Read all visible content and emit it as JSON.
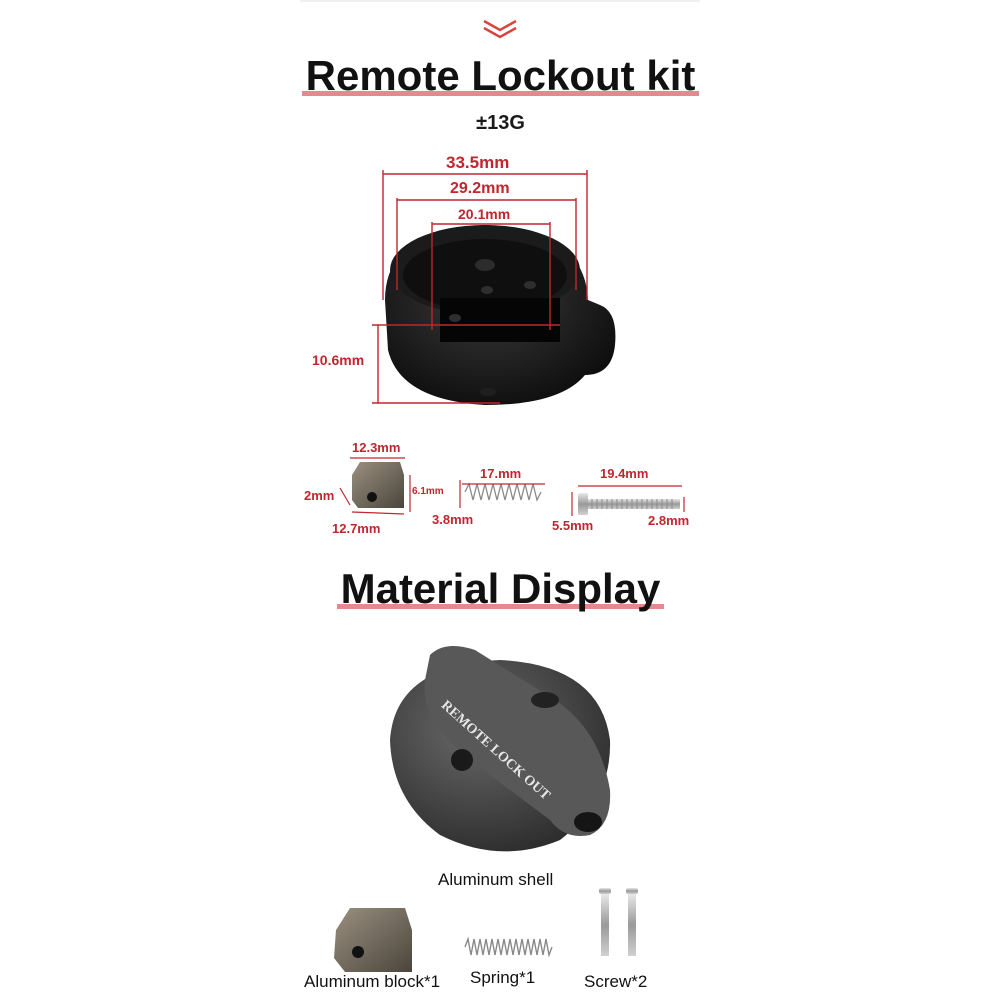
{
  "header": {
    "chevron_icon": "double-chevron-down-icon"
  },
  "spec_section": {
    "title": "Remote Lockout kit",
    "weight": "±13G",
    "shell_dims": {
      "outer": "33.5mm",
      "middle": "29.2mm",
      "inner": "20.1mm",
      "height": "10.6mm"
    },
    "block_dims": {
      "length": "12.3mm",
      "width": "12.7mm",
      "height": "6.1mm",
      "hole": "2mm"
    },
    "spring_dims": {
      "length": "17.mm",
      "diameter": "3.8mm"
    },
    "screw_dims": {
      "length": "19.4mm",
      "head": "5.5mm",
      "thread": "2.8mm"
    }
  },
  "material_section": {
    "title": "Material Display",
    "engraving": "REMOTE LOCK OUT",
    "captions": {
      "shell": "Aluminum shell",
      "block": "Aluminum block*1",
      "spring": "Spring*1",
      "screw": "Screw*2"
    }
  },
  "colors": {
    "accent": "#c0262e",
    "underline": "#e4898f",
    "metal_dark": "#3c3c3c"
  }
}
